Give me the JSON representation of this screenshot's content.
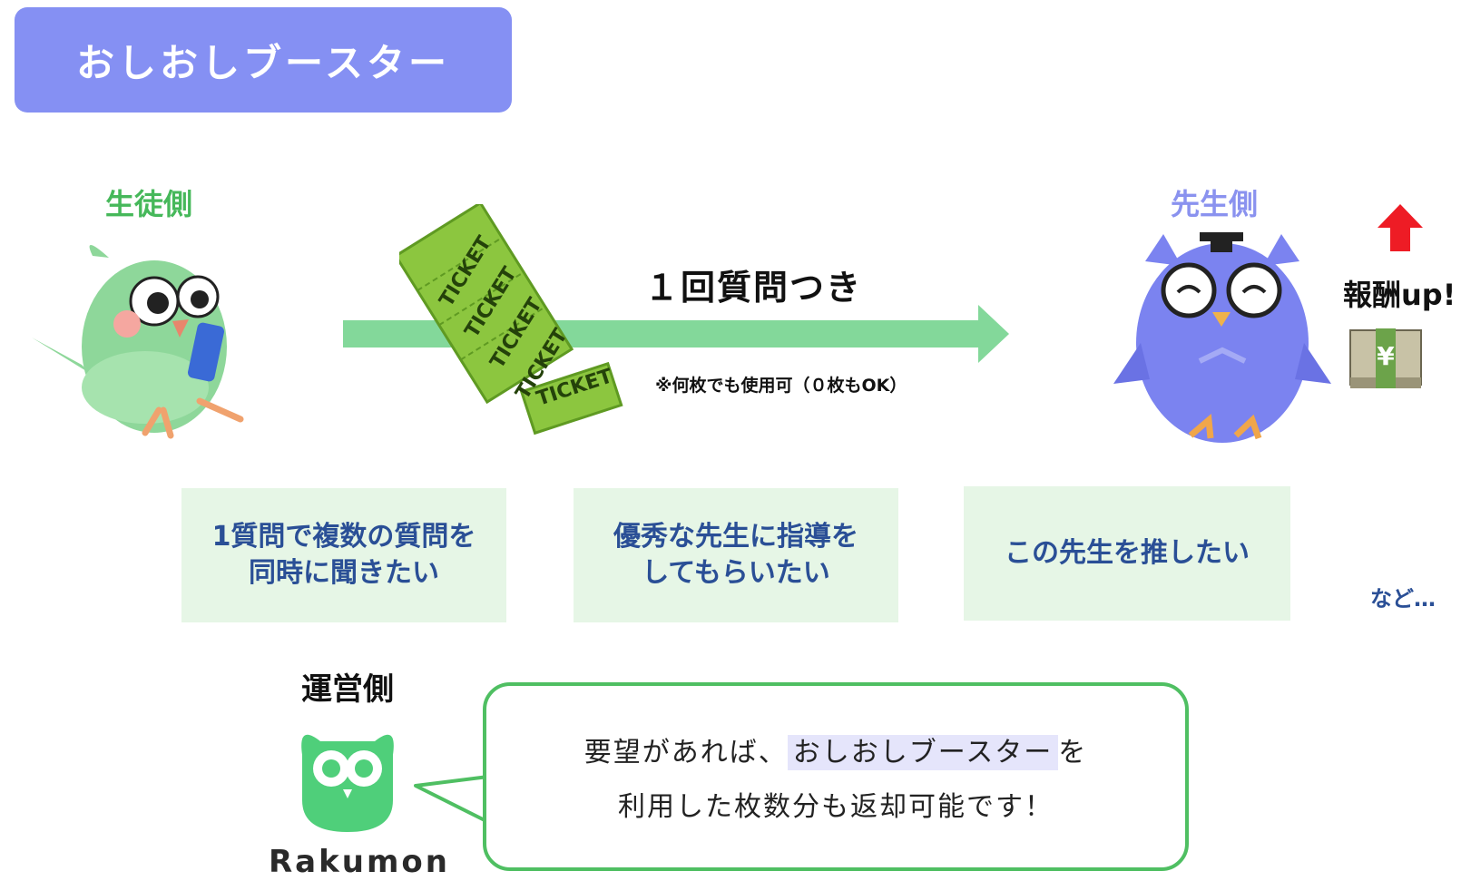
{
  "title": "おしおしブースター",
  "student_side": {
    "label": "生徒側"
  },
  "teacher_side": {
    "label": "先生側"
  },
  "operator_side": {
    "label": "運営側",
    "logo_text": "Rakumon"
  },
  "flow": {
    "caption": "１回質問つき",
    "note": "※何枚でも使用可（０枚もOK）",
    "ticket_text": "TICKET"
  },
  "reward": {
    "text": "報酬up!"
  },
  "wishes": [
    {
      "line1": "1質問で複数の質問を",
      "line2": "同時に聞きたい"
    },
    {
      "line1": "優秀な先生に指導を",
      "line2": "してもらいたい"
    },
    {
      "line1": "この先生を推したい",
      "line2": ""
    }
  ],
  "etc": "など…",
  "bubble": {
    "line1_pre": "要望があれば、",
    "line1_highlight": "おしおしブースター",
    "line1_post": "を",
    "line2": "利用した枚数分も返却可能です！"
  },
  "colors": {
    "title_bg": "#8590f3",
    "student_green": "#46b85a",
    "teacher_purple": "#8a92ef",
    "arrow_green": "#83d89a",
    "wish_bg": "#e6f6e6",
    "wish_text": "#2a4f96",
    "bubble_border": "#4fbf62",
    "highlight": "#e5e5fb"
  }
}
